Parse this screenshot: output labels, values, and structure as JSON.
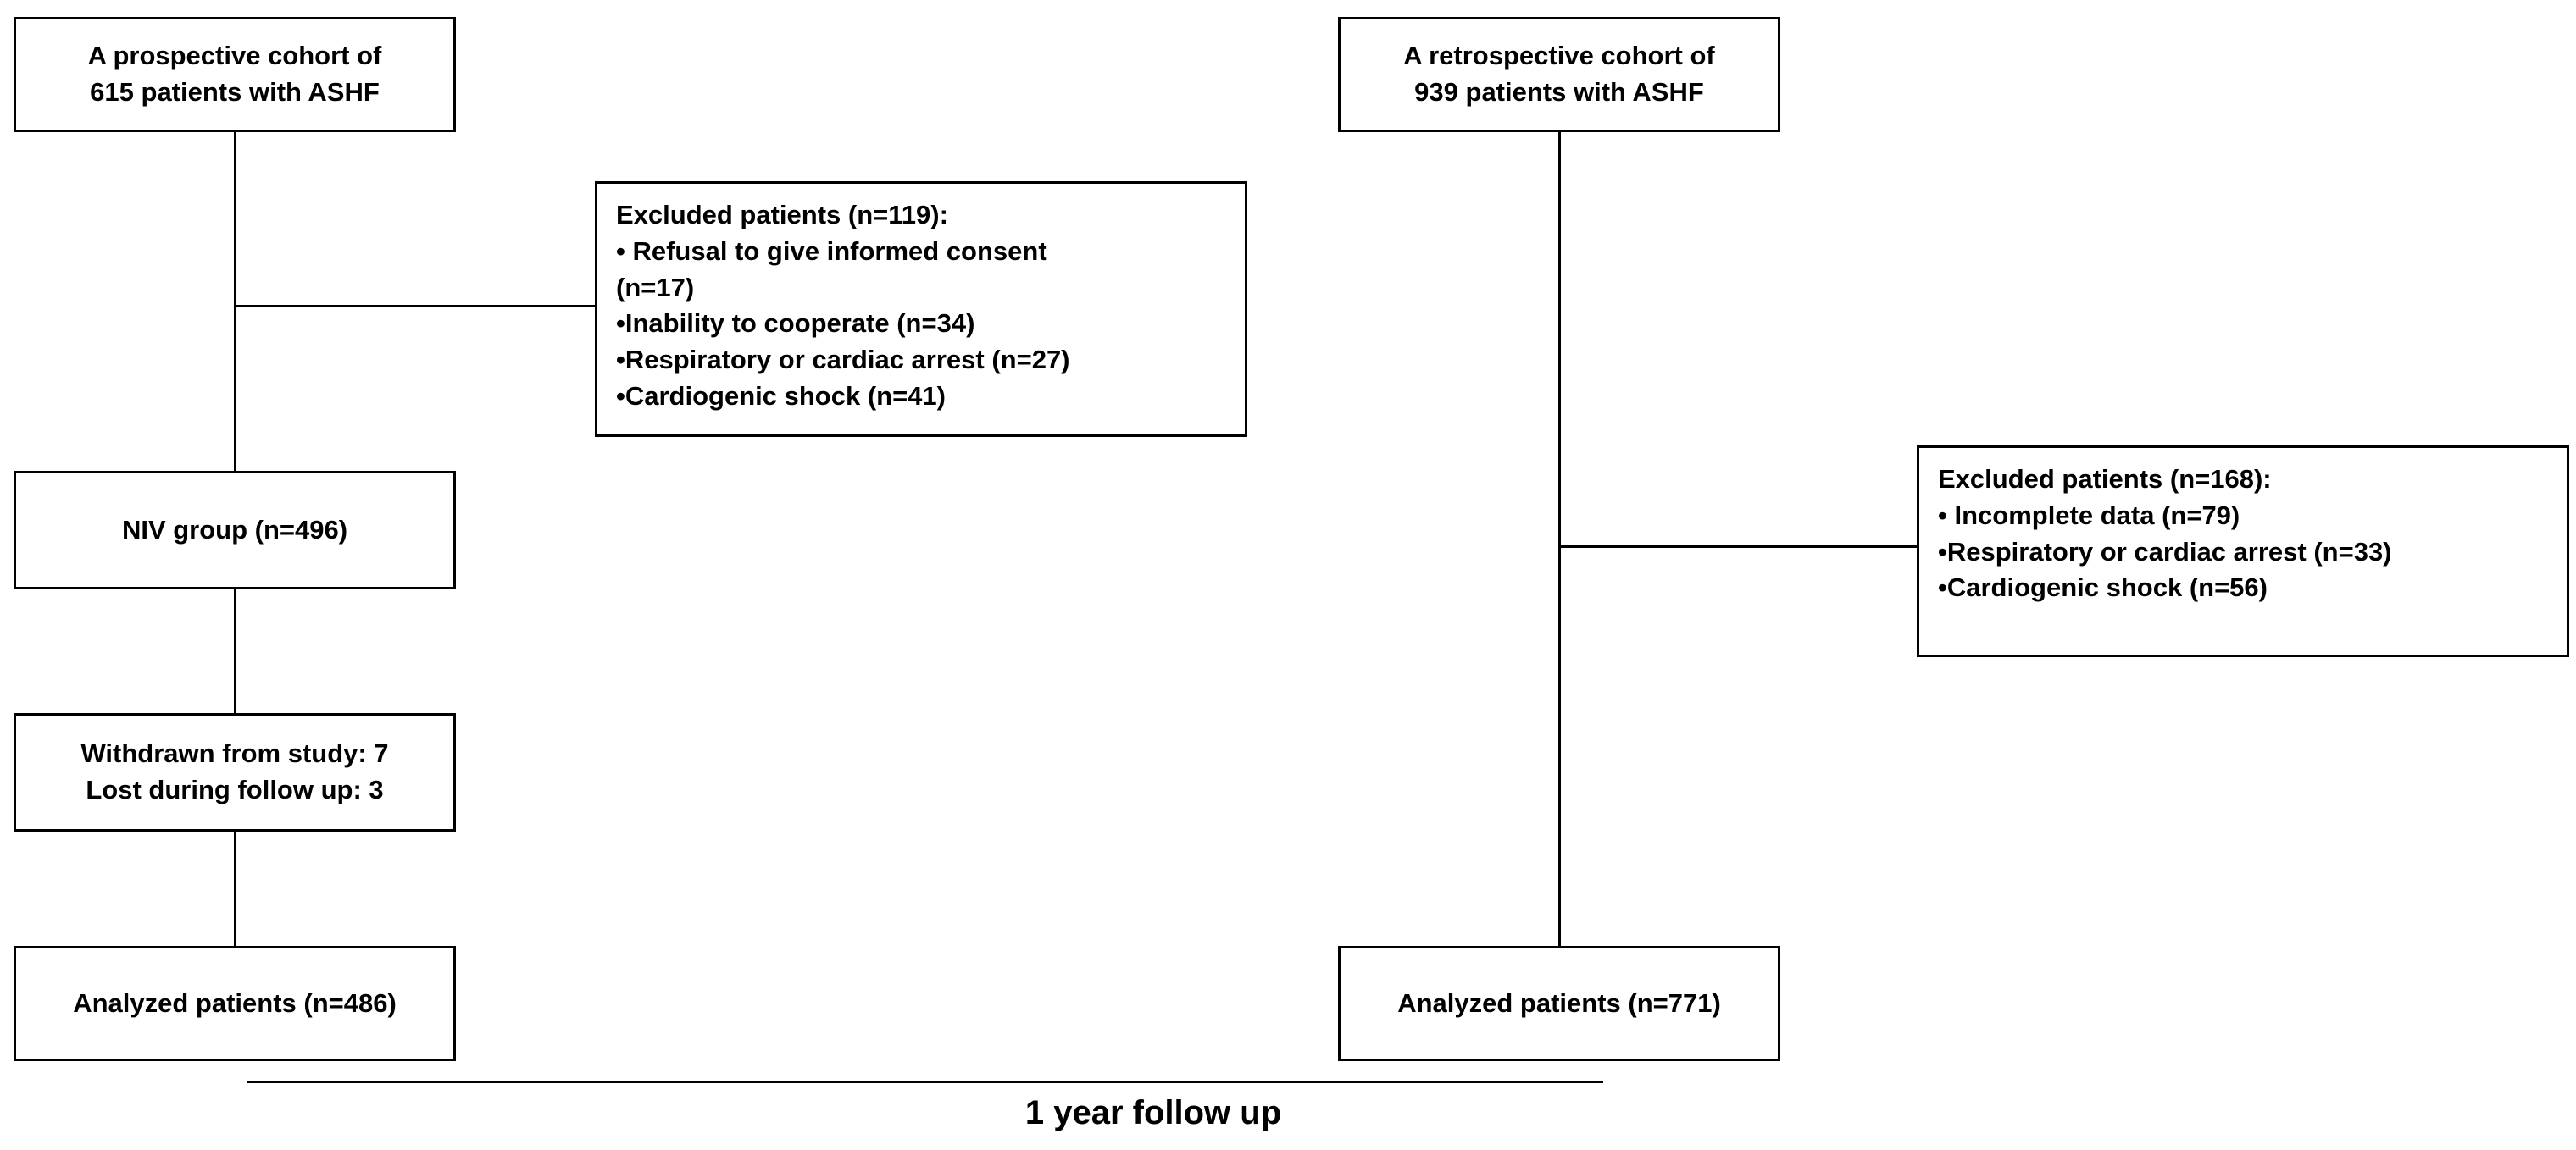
{
  "diagram": {
    "left": {
      "top_box": {
        "text": "A prospective cohort of\n615 patients with ASHF"
      },
      "excluded_box": {
        "title": "Excluded patients (n=119):",
        "items": [
          "• Refusal to give informed consent\n(n=17)",
          "•Inability to cooperate (n=34)",
          "•Respiratory or cardiac arrest (n=27)",
          "•Cardiogenic shock (n=41)"
        ]
      },
      "niv_box": {
        "text": "NIV group (n=496)"
      },
      "withdrawn_box": {
        "text": "Withdrawn from study: 7\nLost during follow up: 3"
      },
      "analyzed_box": {
        "text": "Analyzed patients (n=486)"
      }
    },
    "right": {
      "top_box": {
        "text": "A retrospective cohort of\n939 patients with ASHF"
      },
      "excluded_box": {
        "title": "Excluded patients (n=168):",
        "items": [
          "• Incomplete data (n=79)",
          "•Respiratory or cardiac arrest (n=33)",
          "•Cardiogenic shock (n=56)"
        ]
      },
      "analyzed_box": {
        "text": "Analyzed patients (n=771)"
      }
    },
    "footer": {
      "label": "1 year follow up"
    },
    "colors": {
      "border": "#000000",
      "background": "#ffffff",
      "text": "#000000"
    }
  }
}
